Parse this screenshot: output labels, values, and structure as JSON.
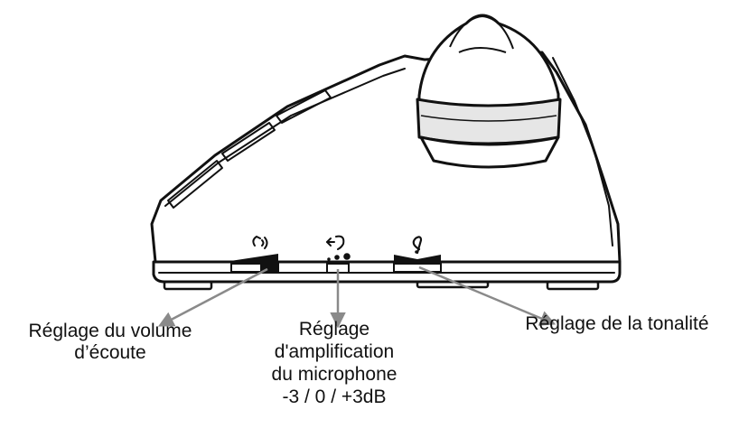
{
  "callouts": {
    "volume": {
      "line1": "Réglage du volume",
      "line2": "d’écoute"
    },
    "mic": {
      "line1": "Réglage",
      "line2": "d'amplification",
      "line3": "du microphone",
      "line4": "-3 / 0 / +3dB"
    },
    "tone": {
      "line1": "Réglage de la tonalité"
    }
  },
  "colors": {
    "outline": "#111111",
    "arrow": "#8a8a8a",
    "control_dark": "#111111",
    "background": "#ffffff"
  },
  "icons": {
    "volume": "handset-sound-icon",
    "mic": "ear-amplification-icon",
    "tone": "treble-clef-icon"
  }
}
